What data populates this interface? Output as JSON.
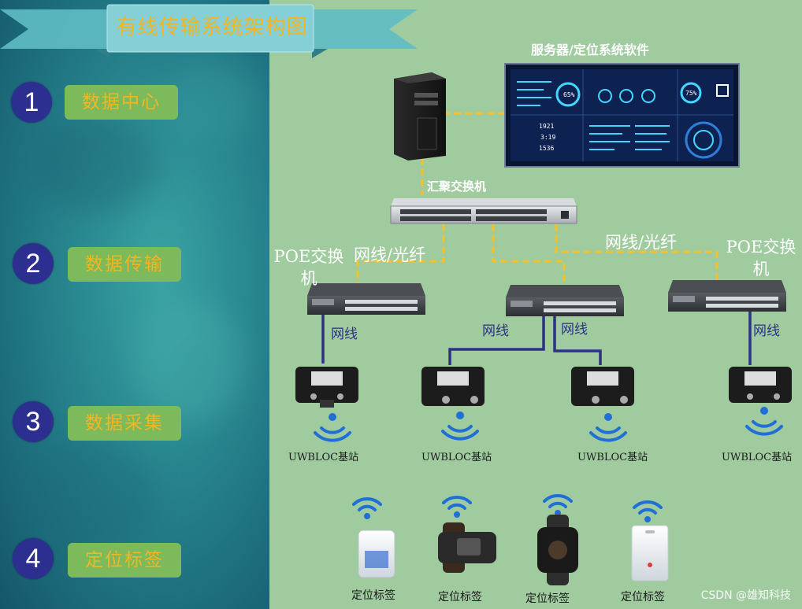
{
  "title": "有线传输系统架构图",
  "steps": [
    {
      "number": "1",
      "label": "数据中心"
    },
    {
      "number": "2",
      "label": "数据传输"
    },
    {
      "number": "3",
      "label": "数据采集"
    },
    {
      "number": "4",
      "label": "定位标签"
    }
  ],
  "diagram": {
    "server_label": "服务器/定位系统软件",
    "core_switch_label": "汇聚交换机",
    "poe_switch_label_left": "POE交换机",
    "poe_switch_label_right": "POE交换机",
    "link_label_left": "网线/光纤",
    "link_label_right": "网线/光纤",
    "cable_labels": [
      "网线",
      "网线",
      "网线",
      "网线"
    ],
    "base_station_labels": [
      "UWBLOC基站",
      "UWBLOC基站",
      "UWBLOC基站",
      "UWBLOC基站"
    ],
    "tag_labels": [
      "定位标签",
      "定位标签",
      "定位标签",
      "定位标签"
    ],
    "dashboard_values": [
      "65%",
      "75%",
      "1921",
      "3:19",
      "1536"
    ]
  },
  "watermark": "CSDN @雄知科技",
  "colors": {
    "left_bg": "#2a8a92",
    "right_bg": "#9fcb9f",
    "title_text": "#f3b521",
    "step_circle": "#2c2f8f",
    "step_label_bg": "#7dba5c",
    "fiber_line": "#f5c02a",
    "cable_line": "#2c3185",
    "wifi_blue": "#1f6fd6"
  }
}
